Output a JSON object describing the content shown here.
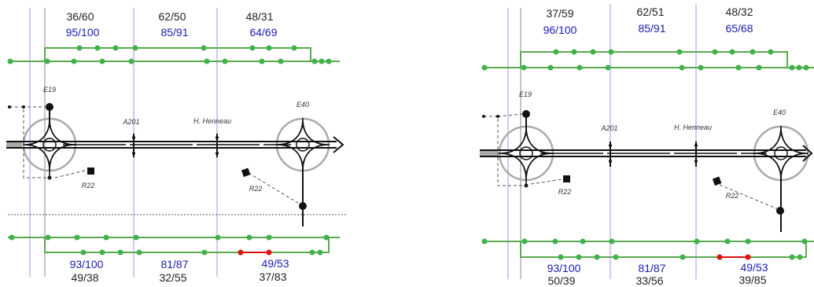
{
  "colors": {
    "green_line": "#5aa94f",
    "green_dot": "#3fb24a",
    "red": "#e01010",
    "blue_line": "#9a9ae8",
    "gray_line": "#888888",
    "dark_text": "#222222",
    "blue_text": "#1a1ab4",
    "road": "#111111",
    "circle": "#aaaaaa"
  },
  "panels": [
    {
      "top_counts": [
        {
          "dark": "36/60",
          "blue": "95/100"
        },
        {
          "dark": "62/50",
          "blue": "85/91"
        },
        {
          "dark": "48/31",
          "blue": "64/69"
        }
      ],
      "bottom_counts": [
        {
          "blue": "93/100",
          "dark": "49/38"
        },
        {
          "blue": "81/87",
          "dark": "32/55"
        },
        {
          "blue": "49/53",
          "dark": "37/83"
        }
      ],
      "labels": {
        "e19": "E19",
        "a201": "A201",
        "henneau": "H. Henneau",
        "e40": "E40",
        "r22a": "R22",
        "r22b": "R22"
      },
      "dotted_separator": true
    },
    {
      "top_counts": [
        {
          "dark": "37/59",
          "blue": "96/100"
        },
        {
          "dark": "62/51",
          "blue": "85/91"
        },
        {
          "dark": "48/32",
          "blue": "65/68"
        }
      ],
      "bottom_counts": [
        {
          "blue": "93/100",
          "dark": "50/39"
        },
        {
          "blue": "81/87",
          "dark": "33/56"
        },
        {
          "blue": "49/53",
          "dark": "39/85"
        }
      ],
      "labels": {
        "e19": "E19",
        "a201": "A201",
        "henneau": "H. Henneau",
        "e40": "E40",
        "r22a": "R22",
        "r22b": "R22"
      },
      "dotted_separator": false
    }
  ]
}
